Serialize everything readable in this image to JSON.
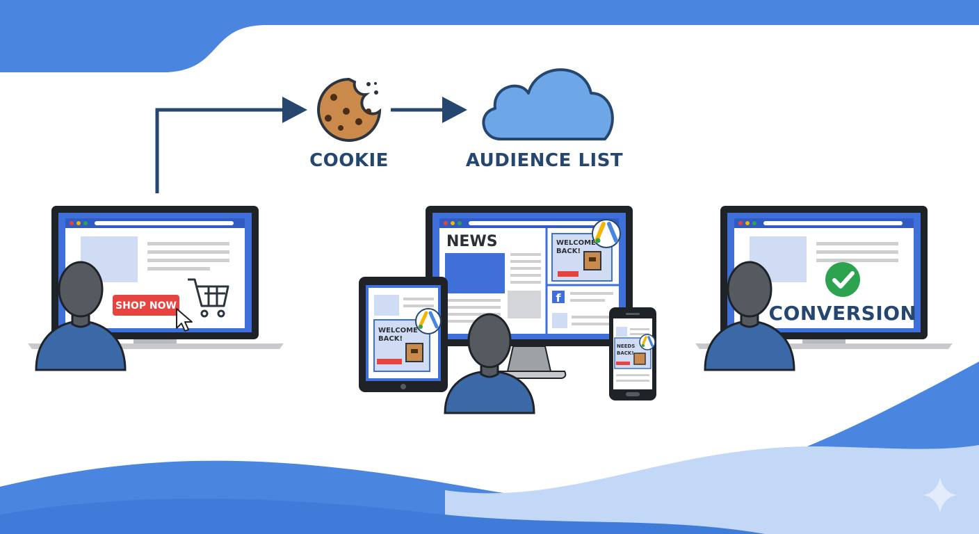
{
  "labels": {
    "cookie": "COOKIE",
    "audience_list": "AUDIENCE LIST",
    "conversion": "CONVERSION"
  },
  "laptop_left": {
    "button_label": "SHOP NOW"
  },
  "monitor": {
    "section_title": "NEWS",
    "ad_text_line1": "WELCOME",
    "ad_text_line2": "BACK!",
    "social_letter": "f"
  },
  "tablet": {
    "ad_text_line1": "WELCOME",
    "ad_text_line2": "BACK!"
  },
  "phone": {
    "ad_text_line1": "NEEDS",
    "ad_text_line2": "BACK!"
  },
  "colors": {
    "brand_blue": "#4a86e0",
    "navy": "#24466f",
    "cta_red": "#e5453e",
    "success_green": "#2ea34f",
    "cloud_blue": "#6ea7e8",
    "screen_blue": "#3f6fd8",
    "bezel": "#1f2328",
    "person_blue": "#3b68a7"
  }
}
